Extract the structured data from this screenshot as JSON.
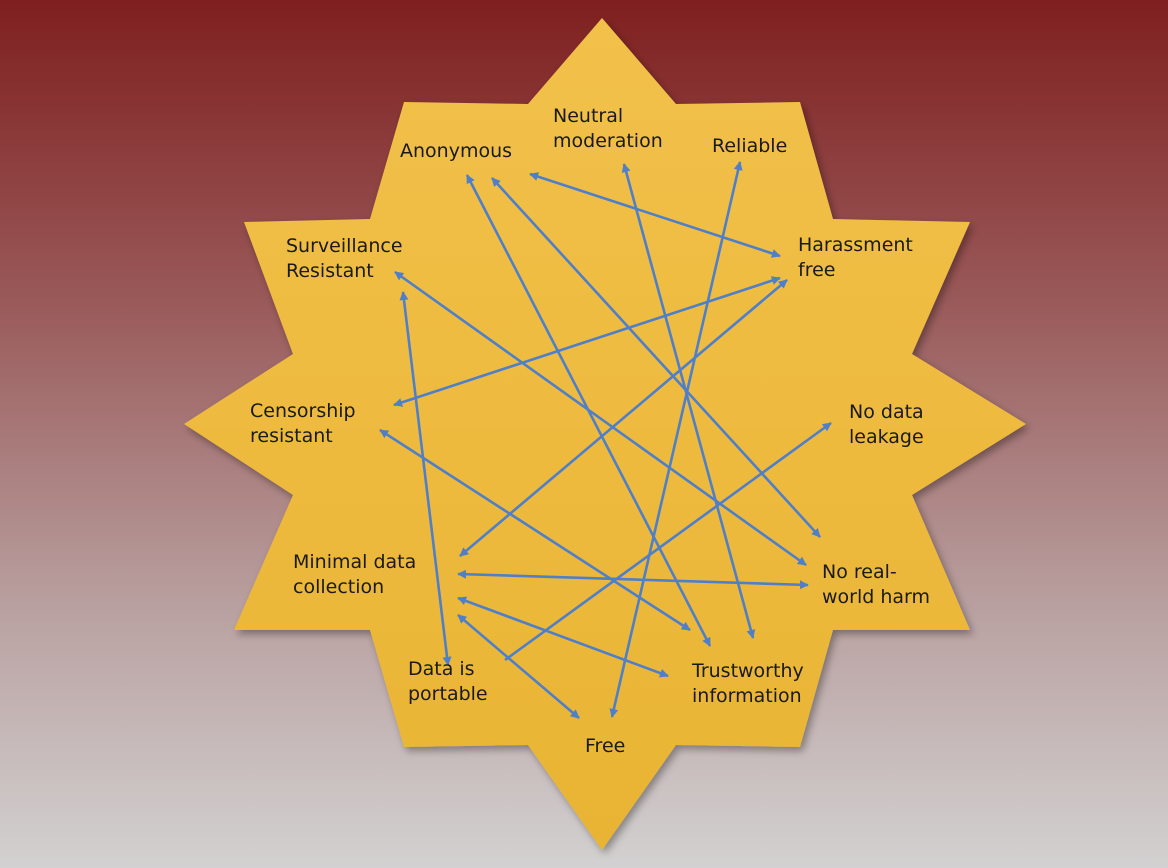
{
  "colors": {
    "star_fill": "#f2c14a",
    "star_fill_bottom": "#e9b433",
    "arrow": "#4f7fc8"
  },
  "labels": {
    "anonymous": [
      "Anonymous"
    ],
    "neutral_moderation": [
      "Neutral",
      "moderation"
    ],
    "reliable": [
      "Reliable"
    ],
    "surveillance_resistant": [
      "Surveillance",
      "Resistant"
    ],
    "harassment_free": [
      "Harassment",
      "free"
    ],
    "censorship_resistant": [
      "Censorship",
      "resistant"
    ],
    "no_data_leakage": [
      "No data",
      "leakage"
    ],
    "minimal_data_collection": [
      "Minimal data",
      "collection"
    ],
    "no_real_world_harm": [
      "No real-",
      "world harm"
    ],
    "data_is_portable": [
      "Data is",
      "portable"
    ],
    "trustworthy_information": [
      "Trustworthy",
      "information"
    ],
    "free": [
      "Free"
    ]
  },
  "connections": [
    {
      "from": "harassment_free",
      "to": "anonymous",
      "type": "double"
    },
    {
      "from": "harassment_free",
      "to": "censorship_resistant",
      "type": "double"
    },
    {
      "from": "harassment_free",
      "to": "minimal_data_collection",
      "type": "double"
    },
    {
      "from": "no_real_world_harm",
      "to": "anonymous",
      "type": "double"
    },
    {
      "from": "no_real_world_harm",
      "to": "surveillance_resistant",
      "type": "double"
    },
    {
      "from": "no_real_world_harm",
      "to": "minimal_data_collection",
      "type": "double"
    },
    {
      "from": "trustworthy_information",
      "to": "anonymous",
      "type": "double"
    },
    {
      "from": "trustworthy_information",
      "to": "neutral_moderation",
      "type": "double"
    },
    {
      "from": "trustworthy_information",
      "to": "censorship_resistant",
      "type": "double"
    },
    {
      "from": "trustworthy_information",
      "to": "minimal_data_collection",
      "type": "double"
    },
    {
      "from": "free",
      "to": "reliable",
      "type": "double"
    },
    {
      "from": "free",
      "to": "minimal_data_collection",
      "type": "double"
    },
    {
      "from": "data_is_portable",
      "to": "surveillance_resistant",
      "type": "double"
    },
    {
      "from": "data_is_portable",
      "to": "no_data_leakage",
      "type": "single"
    }
  ]
}
